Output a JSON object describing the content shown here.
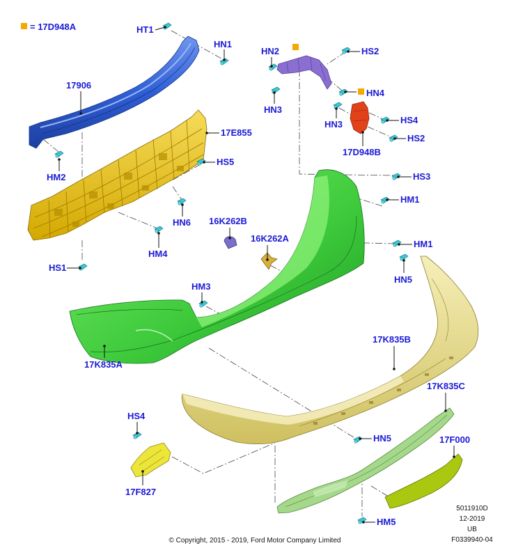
{
  "legend": {
    "text": "= 17D948A"
  },
  "callouts": [
    "HT1",
    "HN1",
    "17906",
    "17E855",
    "HM2",
    "HS5",
    "HN6",
    "HM4",
    "HS1",
    "HN2",
    "HS2",
    "HN3",
    "HN4",
    "HN3",
    "HS4",
    "HS2",
    "17D948B",
    "HS3",
    "HM1",
    "16K262B",
    "16K262A",
    "HM1",
    "HN5",
    "HM3",
    "17K835A",
    "17K835B",
    "17K835C",
    "HS4",
    "HN5",
    "17F000",
    "17F827",
    "HM5"
  ],
  "drawing_info": [
    "5011910D",
    "12-2019",
    "UB",
    "F0339940-04"
  ],
  "copyright": "© Copyright, 2015 - 2019, Ford Motor Company Limited",
  "colors": {
    "callout_text": "#1a1ad6",
    "marker": "#f5a800",
    "beam": "#2f5fd6",
    "absorber": "#e8c11e",
    "front_cover": "#3cc83a",
    "rear_cover": "#e8dc80",
    "valance": "#a6d88c",
    "reflector": "#aac810",
    "bracket_a": "#8a6fd0",
    "bracket_b": "#e2421a",
    "fastener": "#3cc8d6"
  }
}
